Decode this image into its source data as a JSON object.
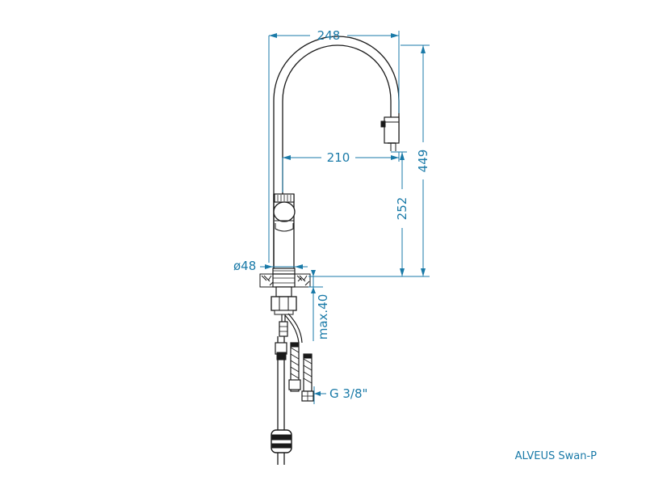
{
  "product": {
    "name": "ALVEUS Swan-P"
  },
  "dimensions": {
    "spout_reach": "248",
    "outlet_reach": "210",
    "total_height": "449",
    "outlet_height": "252",
    "base_diameter": "ø48",
    "max_deck_thickness": "max.40",
    "connection_thread": "G 3/8\""
  },
  "colors": {
    "dimension": "#1a7aa8",
    "drawing": "#1a1a1a",
    "background": "#ffffff"
  }
}
